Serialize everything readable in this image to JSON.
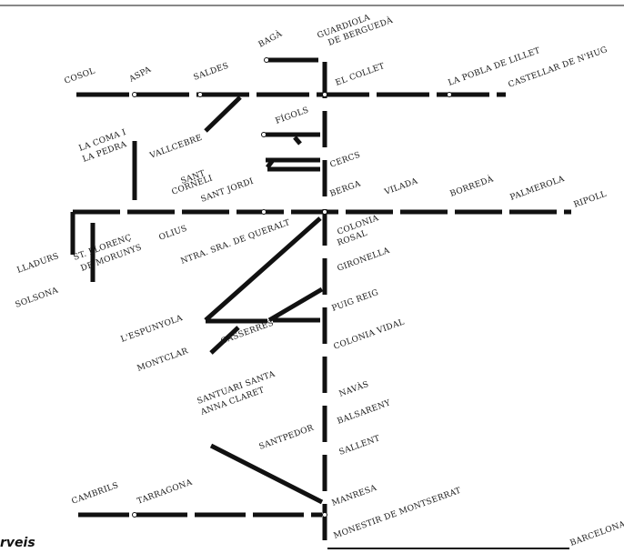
{
  "legend_text": "rveis",
  "stations": {
    "cosol": "COSOL",
    "aspa": "ASPA",
    "saldes": "SALDES",
    "bagà": "BAGÀ",
    "guardiola": "GUARDIOLA DE BERGUEDÀ",
    "collet": "EL COLLET",
    "pobla": "LA POBLA DE LILLET",
    "castellar": "CASTELLAR DE N'HUG",
    "coma": "LA COMA I LA PEDRA",
    "vallcebre": "VALLCEBRE",
    "figols": "FÍGOLS",
    "cornelli": "SANT CORNELI",
    "jordi": "SANT JORDI",
    "cercs": "CERCS",
    "berga": "BERGA",
    "vilada": "VILADA",
    "borreda": "BORREDÀ",
    "palmerola": "PALMEROLA",
    "ripoll": "RIPOLL",
    "lladurs": "LLADURS",
    "llorenc": "ST. LLORENÇ DE MORUNYS",
    "olius": "OLIUS",
    "queralt": "NTRA. SRA. DE QUERALT",
    "solsona": "SOLSONA",
    "colonia_rosal": "COLONIA ROSAL",
    "gironella": "GIRONELLA",
    "puig_reig": "PUIG REIG",
    "espunyola": "L'ESPUNYOLA",
    "casserres": "CASSERRES",
    "colonia_vidal": "COLONIA VIDAL",
    "montclar": "MONTCLAR",
    "navas": "NAVÀS",
    "santuari": "SANTUARI SANTA ANNA CLARET",
    "balsareny": "BALSARENY",
    "santpedor": "SANTPEDOR",
    "sallent": "SALLENT",
    "cambrils": "CAMBRILS",
    "tarragona": "TARRAGONA",
    "manresa": "MANRESA",
    "montserrat": "MONESTIR DE MONTSERRAT",
    "barcelona": "BARCELONA"
  }
}
